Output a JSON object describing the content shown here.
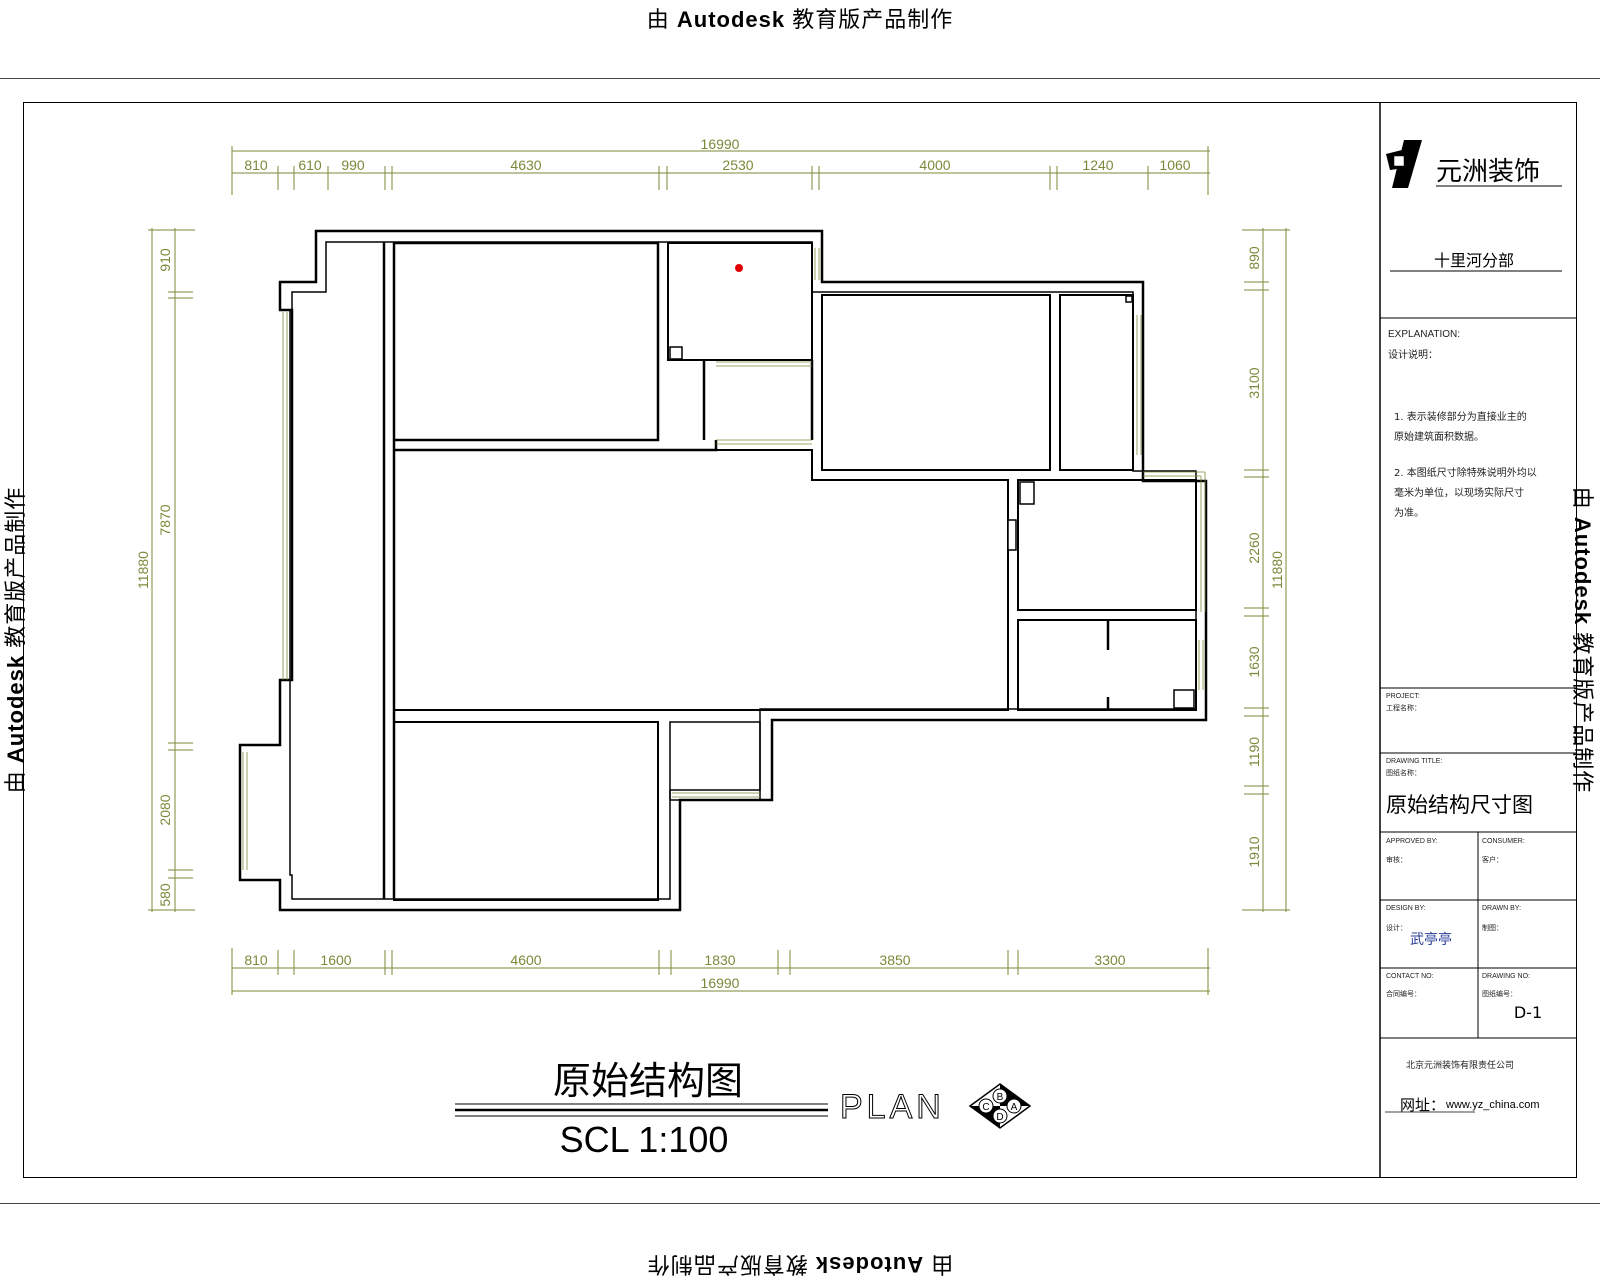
{
  "watermark": {
    "prefix": "由",
    "brand": "Autodesk",
    "suffix": "教育版产品制作"
  },
  "dimensions": {
    "top_total": "16990",
    "top_segments": [
      "810",
      "610",
      "990",
      "4630",
      "2530",
      "4000",
      "1240",
      "1060"
    ],
    "bottom_segments": [
      "810",
      "1600",
      "4600",
      "1830",
      "3850",
      "3300"
    ],
    "bottom_total": "16990",
    "left_segments": [
      "910",
      "7870",
      "2080",
      "580"
    ],
    "left_total": "11880",
    "right_segments": [
      "890",
      "3100",
      "2260",
      "1630",
      "1190",
      "1910"
    ],
    "right_total": "11880"
  },
  "plan": {
    "title": "原始结构图",
    "scale": "SCL   1:100",
    "plan_label": "PLAN",
    "compass": [
      "B",
      "C",
      "A",
      "D"
    ]
  },
  "title_block": {
    "company": "元洲装饰",
    "branch": "十里河分部",
    "explanation_en": "EXPLANATION:",
    "explanation_cn": "设计说明：",
    "note1_line1": "1. 表示装修部分为直接业主的",
    "note1_line2": "原始建筑面积数据。",
    "note2_line1": "2. 本图纸尺寸除特殊说明外均以",
    "note2_line2": "毫米为单位，以现场实际尺寸",
    "note2_line3": "为准。",
    "project_en": "PROJECT:",
    "project_cn": "工程名称：",
    "drawing_title_en": "DRAWING TITLE:",
    "drawing_title_cn": "图纸名称：",
    "drawing_title": "原始结构尺寸图",
    "approved_en": "APPROVED BY:",
    "approved_cn": "审核：",
    "consumer_en": "CONSUMER:",
    "consumer_cn": "客户：",
    "design_en": "DESIGN BY:",
    "design_cn": "设计：",
    "designer": "武亭亭",
    "drawn_en": "DRAWN BY:",
    "drawn_cn": "制图：",
    "contract_en": "CONTACT NO:",
    "contract_cn": "合同编号：",
    "drawing_no_en": "DRAWING NO:",
    "drawing_no_cn": "图纸编号：",
    "drawing_no": "D-1",
    "footer_note": "北京元洲装饰有限责任公司",
    "website_label": "网址：",
    "website": "www.yz_china.com"
  },
  "colors": {
    "dimension": "#7a8a3a",
    "wall": "#000000",
    "marker": "#e00000"
  }
}
